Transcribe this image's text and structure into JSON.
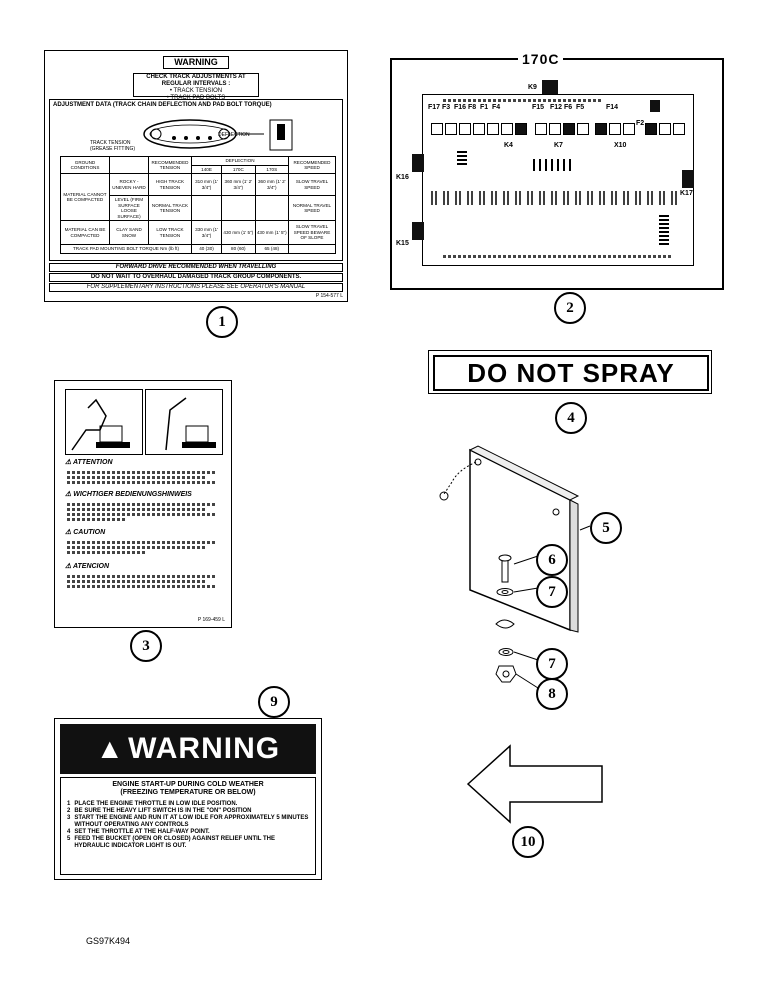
{
  "callouts": [
    "1",
    "2",
    "3",
    "4",
    "5",
    "6",
    "7",
    "7",
    "8",
    "9",
    "10"
  ],
  "decal1": {
    "title": "WARNING",
    "header_lines": [
      "CHECK TRACK ADJUSTMENTS AT REGULAR INTERVALS :",
      "• TRACK TENSION",
      "• TRACK PAD BOLTS"
    ],
    "adjust_title": "ADJUSTMENT DATA (TRACK CHAIN DEFLECTION AND PAD BOLT TORQUE)",
    "deflection_label": "DEFLECTION",
    "tension_label": "TRACK TENSION (GREASE FITTING)",
    "table_headers": [
      "GROUND CONDITIONS",
      "RECOMMENDED TENSION",
      "DEFLECTION",
      "RECOMMENDED SPEED"
    ],
    "table_sub": [
      "140E",
      "170C",
      "170S"
    ],
    "rows": [
      [
        "MATERIAL CANNOT BE COMPACTED",
        "ROCKY - UNEVEN HARD",
        "HIGH TRACK TENSION",
        "310 mm (1' 3/4\")",
        "360 mm (1' 2' 3/4\")",
        "360 mm (1' 2' 3/4\")",
        "SLOW TRAVEL SPEED"
      ],
      [
        "",
        "LEVEL (FIRM SURFACE LOOSE SURFACE)",
        "NORMAL TRACK TENSION",
        "",
        "",
        "",
        "NORMAL TRAVEL SPEED"
      ],
      [
        "MATERIAL CAN BE COMPACTED",
        "CLAY SAND SNOW",
        "LOW TRACK TENSION",
        "330 mm (1' 3/4\")",
        "430 mm (1' 5\")",
        "430 mm (1' 5\")",
        "SLOW TRAVEL SPEED BEWARE OF SLOPE"
      ]
    ],
    "torque_row": [
      "TRACK PAD MOUNTING BOLT TORQUE Nm (lb ft)",
      "40 (30)",
      "80 (60)",
      "65 (48)"
    ],
    "footer_lines": [
      "FORWARD DRIVE RECOMMENDED WHEN TRAVELLING",
      "DO NOT WAIT TO OVERHAUL DAMAGED TRACK GROUP COMPONENTS.",
      "FOR SUPPLEMENTARY INSTRUCTIONS PLEASE SEE OPERATOR'S MANUAL"
    ],
    "part_no": "P 154-577 L"
  },
  "decal2": {
    "title": "170C",
    "labels": [
      "K9",
      "F17",
      "F3",
      "F16",
      "F8",
      "F1",
      "F4",
      "F15",
      "F12",
      "F6",
      "F5",
      "F14",
      "F2",
      "K4",
      "K7",
      "X10",
      "K16",
      "K17",
      "K15"
    ]
  },
  "decal3": {
    "headings": [
      "ATTENTION",
      "WICHTIGER BEDIENUNGSHINWEIS",
      "CAUTION",
      "ATENCION"
    ],
    "part_no": "P 169-459 L"
  },
  "decal4": {
    "text": "DO NOT SPRAY"
  },
  "decal9": {
    "title": "WARNING",
    "heading_lines": [
      "ENGINE START-UP DURING COLD WEATHER",
      "(FREEZING TEMPERATURE OR BELOW)"
    ],
    "steps": [
      {
        "num": "1",
        "text": "PLACE THE ENGINE THROTTLE IN LOW IDLE POSITION."
      },
      {
        "num": "2",
        "text": "BE SURE THE HEAVY LIFT SWITCH IS IN THE \"ON\" POSITION"
      },
      {
        "num": "3",
        "text": "START THE ENGINE AND RUN IT AT LOW IDLE FOR APPROXIMATELY 5 MINUTES WITHOUT OPERATING ANY CONTROLS"
      },
      {
        "num": "4",
        "text": "SET THE THROTTLE AT THE HALF-WAY POINT."
      },
      {
        "num": "5",
        "text": "FEED THE BUCKET (OPEN OR CLOSED) AGAINST RELIEF UNTIL THE HYDRAULIC INDICATOR LIGHT IS OUT."
      }
    ]
  },
  "figure_id": "GS97K494"
}
